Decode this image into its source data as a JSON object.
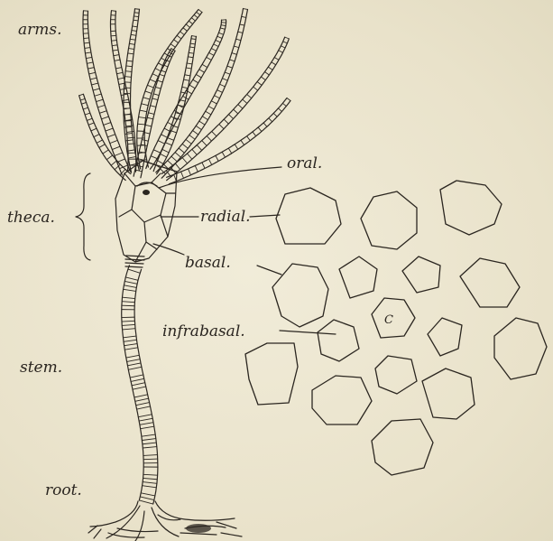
{
  "labels": {
    "arms": "arms.",
    "theca": "theca.",
    "stem": "stem.",
    "root": "root.",
    "oral": "oral.",
    "radial": "radial.",
    "basal": "basal.",
    "infrabasal": "infrabasal.",
    "central": "C"
  }
}
